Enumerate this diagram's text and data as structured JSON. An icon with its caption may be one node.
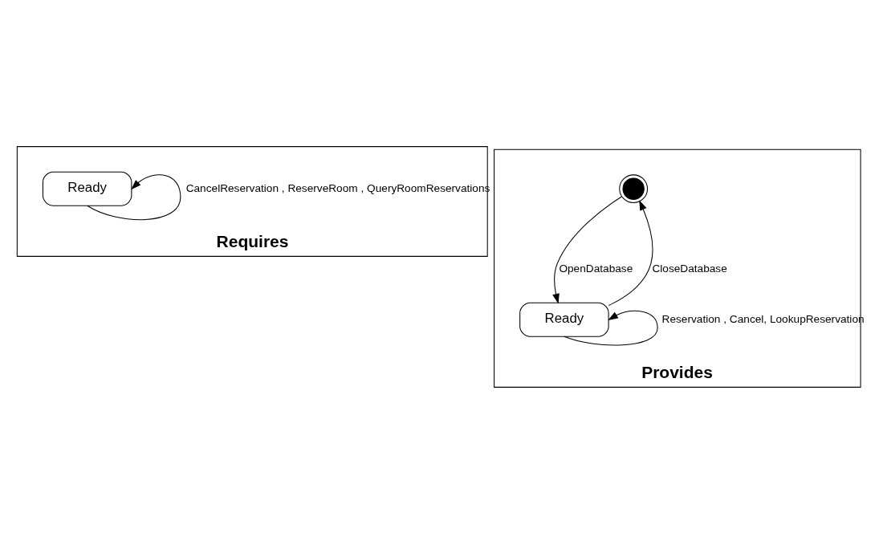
{
  "diagram": {
    "nodes": [
      {
        "text": [
          "Requires"
        ]
      },
      {
        "text": [
          "Ready"
        ],
        "in": 0
      },
      {
        "text": [
          "Provides"
        ]
      },
      {
        "text": [],
        "shape": "circle",
        "in": 2
      },
      {
        "text": [
          "Ready"
        ],
        "in": 2
      }
    ],
    "edges": [
      {
        "from": 1,
        "to": 1,
        "arrow": "to",
        "label": "CancelReservation , ReserveRoom , QueryRoomReservations"
      },
      {
        "from": 4,
        "to": 3,
        "arrow": "to",
        "label": "CloseDatabase"
      },
      {
        "from": 3,
        "to": 4,
        "arrow": "to",
        "label": "OpenDatabase"
      },
      {
        "from": 4,
        "to": 4,
        "arrow": "to",
        "label": "Reservation , Cancel, LookupReservation"
      }
    ]
  }
}
